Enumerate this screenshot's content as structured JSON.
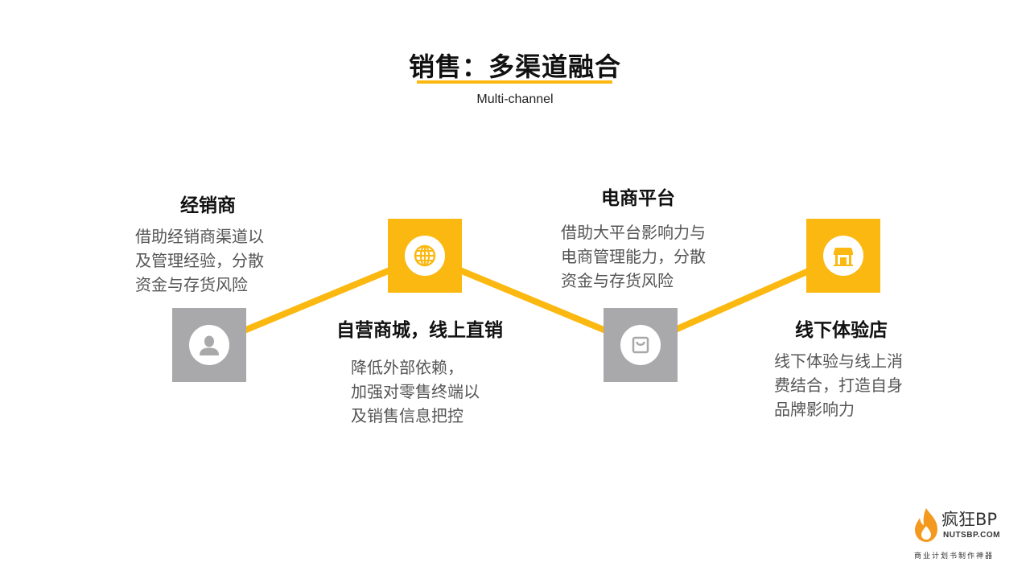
{
  "title": "销售：多渠道融合",
  "subtitle": "Multi-channel",
  "colors": {
    "accent": "#fbb811",
    "gray_box": "#a9a8ab",
    "heading": "#111111",
    "body_text": "#555555"
  },
  "nodes": [
    {
      "heading": "经销商",
      "desc_lines": [
        "借助经销商渠道以",
        "及管理经验，分散",
        "资金与存货风险"
      ],
      "icon": "person-icon",
      "box_color": "gray"
    },
    {
      "heading": "自营商城，线上直销",
      "desc_lines": [
        "降低外部依赖，",
        "加强对零售终端以",
        "及销售信息把控"
      ],
      "icon": "globe-icon",
      "box_color": "yellow"
    },
    {
      "heading": "电商平台",
      "desc_lines": [
        "借助大平台影响力与",
        "电商管理能力，分散",
        "资金与存货风险"
      ],
      "icon": "shopping-bag-icon",
      "box_color": "gray"
    },
    {
      "heading": "线下体验店",
      "desc_lines": [
        "线下体验与线上消",
        "费结合，打造自身",
        "品牌影响力"
      ],
      "icon": "storefront-icon",
      "box_color": "yellow"
    }
  ],
  "logo": {
    "name": "疯狂BP",
    "domain": "NUTSBP.COM",
    "tagline": "商业计划书制作神器"
  }
}
